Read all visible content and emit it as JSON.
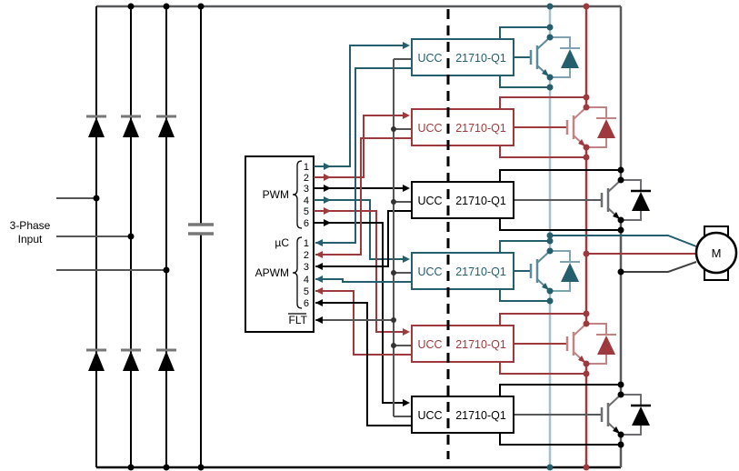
{
  "labels": {
    "input_line1": "3-Phase",
    "input_line2": "Input",
    "motor": "M"
  },
  "controller": {
    "name": "µC",
    "pwm_label": "PWM",
    "apwm_label": "APWM",
    "fault_label": "FLT",
    "pwm_pins": [
      "1",
      "2",
      "3",
      "4",
      "5",
      "6"
    ],
    "apwm_pins": [
      "1",
      "2",
      "3",
      "4",
      "5",
      "6"
    ]
  },
  "drivers": [
    {
      "name": "UCC",
      "part": "21710-Q1",
      "accent_color": "#255E6D"
    },
    {
      "name": "UCC",
      "part": "21710-Q1",
      "accent_color": "#9E3A3D"
    },
    {
      "name": "UCC",
      "part": "21710-Q1",
      "accent_color": "#000000"
    },
    {
      "name": "UCC",
      "part": "21710-Q1",
      "accent_color": "#255E6D"
    },
    {
      "name": "UCC",
      "part": "21710-Q1",
      "accent_color": "#9E3A3D"
    },
    {
      "name": "UCC",
      "part": "21710-Q1",
      "accent_color": "#000000"
    }
  ],
  "colors": {
    "phase_a": "#255E6D",
    "phase_a_symbol": "#5D8A99",
    "phase_a_rail": "#A5C0CA",
    "phase_b": "#9E3A3D",
    "phase_b_symbol": "#C08484",
    "phase_c": "#000000",
    "phase_c_rail": "#58595B",
    "wire_gray": "#555555",
    "diode_bar_gray": "#777777"
  }
}
